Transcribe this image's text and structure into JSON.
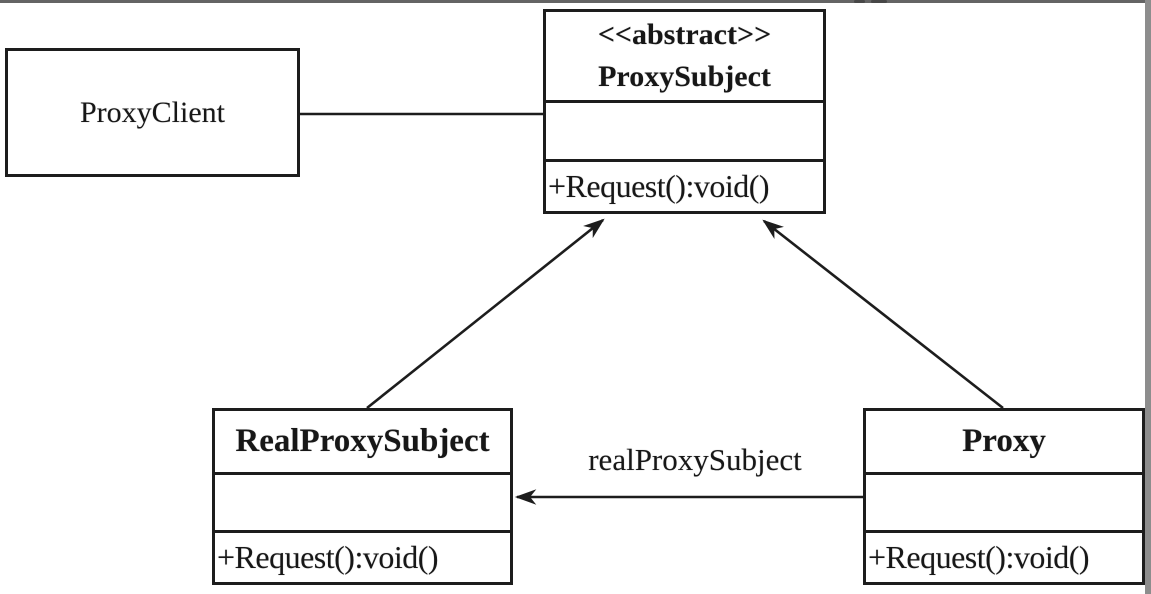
{
  "diagram": {
    "kind": "uml-class-diagram",
    "pattern": "Proxy"
  },
  "classes": {
    "proxy_client": {
      "name": "ProxyClient"
    },
    "proxy_subject": {
      "stereotype": "<<abstract>>",
      "name": "ProxySubject",
      "attributes": "",
      "method": "+Request():void()"
    },
    "real_proxy_subject": {
      "name": "RealProxySubject",
      "attributes": "",
      "method": "+Request():void()"
    },
    "proxy": {
      "name": "Proxy",
      "attributes": "",
      "method": "+Request():void()"
    }
  },
  "relations": {
    "client_to_subject": {
      "type": "association-line",
      "from": "ProxyClient",
      "to": "ProxySubject"
    },
    "real_to_subject": {
      "type": "generalization-arrow",
      "from": "RealProxySubject",
      "to": "ProxySubject"
    },
    "proxy_to_subject": {
      "type": "generalization-arrow",
      "from": "Proxy",
      "to": "ProxySubject"
    },
    "proxy_to_real": {
      "type": "association-arrow",
      "label": "realProxySubject",
      "from": "Proxy",
      "to": "RealProxySubject"
    }
  },
  "colors": {
    "line": "#1d1d1d",
    "background": "#ffffff",
    "top_border": "#646464",
    "right_border": "#8d8d8d"
  }
}
